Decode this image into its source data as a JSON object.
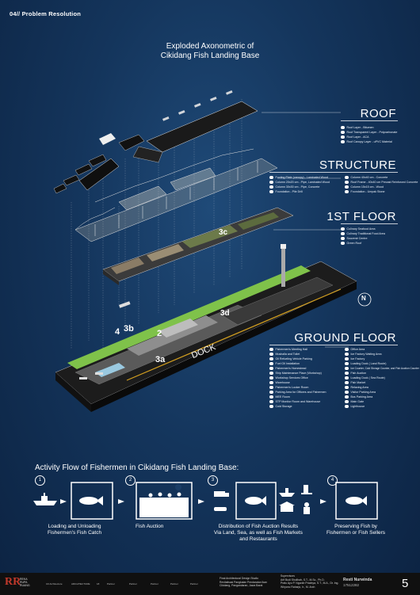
{
  "section_label": "04// Problem Resolution",
  "title_line1": "Exploded Axonometric of",
  "title_line2": "Cikidang Fish Landing Base",
  "roof": {
    "heading": "ROOF",
    "items": [
      "Roof Layer - Bitumen",
      "Roof Transparent Layer - Polycarbonate",
      "Roof Layer - ACA",
      "Roof Canopy Layer - uPVC Material"
    ]
  },
  "structure": {
    "heading": "STRUCTURE",
    "items": [
      "Footing Plate (canopy) - Laminated Wood",
      "Column 20x20 cm - Pipe, Laminated Wood",
      "Column 30x30 cm - Pipe, Concrete",
      "Foundation - Pile Drill",
      "Column 40x40 cm - Concrete",
      "Roof Frame - 40x40 cm Precast Reinforced Concrete",
      "Column 15x15 cm - Wood",
      "Foundation - Umpak Stone"
    ]
  },
  "first_floor": {
    "heading": "1ST FLOOR",
    "items": [
      "Culinary Seafood Area",
      "Culinary Traditional Food Area",
      "Souvenir Centre",
      "Green Roof"
    ]
  },
  "ground_floor": {
    "heading": "GROUND FLOOR",
    "items": [
      "Fishermen's Meeting Hall",
      "Mushalla and Toilet",
      "Oil Refueling Vehicle Parking",
      "Fuel Oil Installation",
      "Fishermen's Homestead",
      "Ship Maintenance Place (Workshop)",
      "Workshop Services Office",
      "Warehouse",
      "Fishermen's Locker Room",
      "Parking Area for Officers and Fishermen",
      "MEE Room",
      "STP Monitor Room and Warehouse",
      "Cold Storage",
      "Office Area",
      "Ice Factory Waiting Area",
      "Ice Factory",
      "Loading Dock ( Land Route)",
      "Ice Counter, Cold Storage Counter, and Fish Auction Counter",
      "Fish Auction",
      "Loading Dock ( Sea Route)",
      "Fish Market",
      "Relaxing Area",
      "Visitor Parking Area",
      "Bus Parking Area",
      "Main Gate",
      "Lighthouse"
    ]
  },
  "model_labels": {
    "l3c": "3c",
    "l3d": "3d",
    "l4": "4",
    "l3b": "3b",
    "l2": "2",
    "l3a": "3a",
    "dock": "DOCK",
    "north": "N"
  },
  "activity": {
    "title": "Activity Flow of Fishermen in Cikidang Fish Landing Base:",
    "steps": [
      {
        "num": "1",
        "caption1": "Loading and Unloading",
        "caption2": "Fishermen's Fish Catch"
      },
      {
        "num": "2",
        "caption1": "Fish Auction",
        "caption2": ""
      },
      {
        "num": "3",
        "caption1": "Distribution of Fish Auction Results",
        "caption2": "Via Land, Sea, as well as Fish Markets",
        "caption3": "and Restaurants"
      },
      {
        "num": "4",
        "caption1": "Preserving Fish by",
        "caption2": "Fishermen or Fish Sellers"
      }
    ]
  },
  "footer": {
    "logo_main": "RR",
    "logo_sub": "REKA RUPA RUANG",
    "project_lines": [
      "Final Architectural Design Studio",
      "Revitalisasi Pangkalan Pendaratan Ikan",
      "Cikidang, Pangandaran, Jawa Barat"
    ],
    "supervisor_lines": [
      "Supervisors",
      "Arif Budi Sholihah, S.T., M.Sc., Ph.D.",
      "Pratu Ayu P. Ngurah Pradnya, S.T., M.A., Dr. Ing.",
      "Wiryono Raharjo, Ir., M. Arch"
    ],
    "student_name": "Resti Nurwinda",
    "student_id": "17512282",
    "page_number": "5",
    "partner_logos": [
      "UII Architecture",
      "ARCHITECTURE",
      "18",
      "Partner",
      "Partner",
      "Partner",
      "Partner",
      "Partner"
    ]
  },
  "colors": {
    "accent_green": "#7fc24a",
    "bg_dark": "#0c2342",
    "footer": "#101010"
  }
}
